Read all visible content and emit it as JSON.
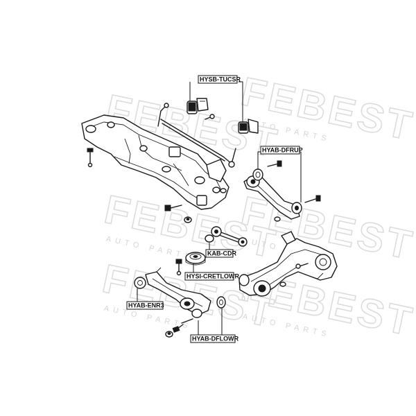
{
  "watermark": {
    "brand": "FEBEST",
    "sub": "AUTO PARTS"
  },
  "labels": {
    "hysb_tucsr": "HYSB-TUCSR",
    "hyab_dfrup": "HYAB-DFRUP",
    "kab_cdr": "KAB-CDR",
    "hysi_cretlowr": "HYSI-CRETLOWR",
    "hyab_enr3": "HYAB-ENR3",
    "hyab_dflowr": "HYAB-DFLOWR"
  }
}
